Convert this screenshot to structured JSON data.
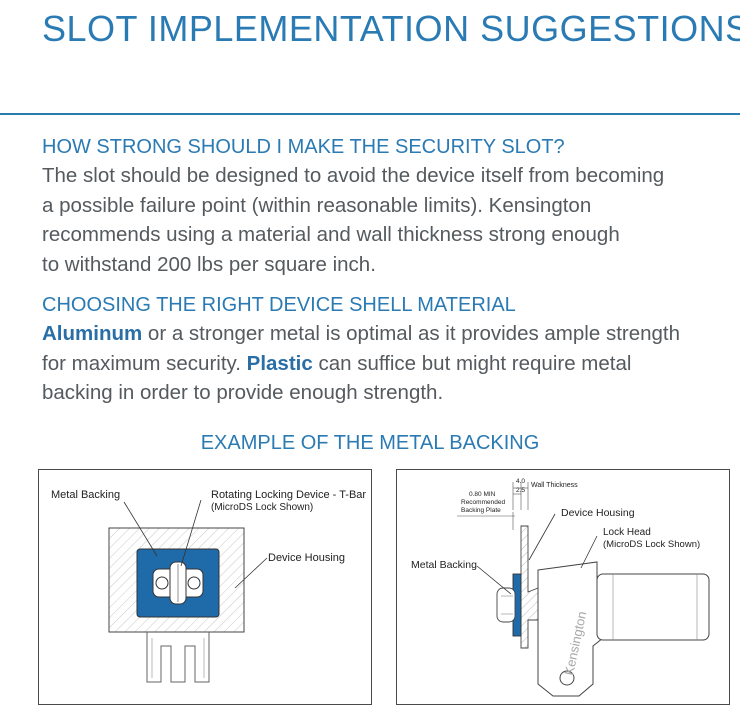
{
  "header": {
    "title": "SLOT IMPLEMENTATION SUGGESTIONS"
  },
  "section1": {
    "heading": "HOW STRONG SHOULD I MAKE THE SECURITY SLOT?",
    "lines": [
      "The slot should be designed to avoid the device itself from becoming",
      "a possible failure point (within reasonable limits). Kensington",
      "recommends using a material and wall thickness strong enough",
      "to withstand 200 lbs per square inch."
    ]
  },
  "section2": {
    "heading": "CHOOSING THE RIGHT DEVICE SHELL MATERIAL",
    "line1_highlight": "Aluminum",
    "line1_rest": " or a stronger metal is optimal as it provides ample strength",
    "line2_start": "for maximum security. ",
    "line2_highlight": "Plastic",
    "line2_rest": " can suffice but might require metal",
    "line3": "backing in order to provide enough strength."
  },
  "example": {
    "heading": "EXAMPLE OF THE METAL BACKING"
  },
  "diagram_left": {
    "metal_backing": "Metal Backing",
    "rotating_device_1": "Rotating Locking Device - T-Bar",
    "rotating_device_2": "(MicroDS Lock Shown)",
    "device_housing": "Device Housing"
  },
  "diagram_right": {
    "dim_top_1": "4.0",
    "dim_top_2": "2.5",
    "wall_thickness": "Wall Thickness",
    "min_1": "0.80 MIN",
    "min_2": "Recommended",
    "min_3": "Backing Plate",
    "device_housing": "Device Housing",
    "lock_head_1": "Lock Head",
    "lock_head_2": "(MicroDS Lock Shown)",
    "metal_backing": "Metal Backing",
    "brand": "Kensington"
  },
  "colors": {
    "accent": "#2a7ab3",
    "body_text": "#555a5e",
    "metal_blue": "#1f6aa8"
  }
}
